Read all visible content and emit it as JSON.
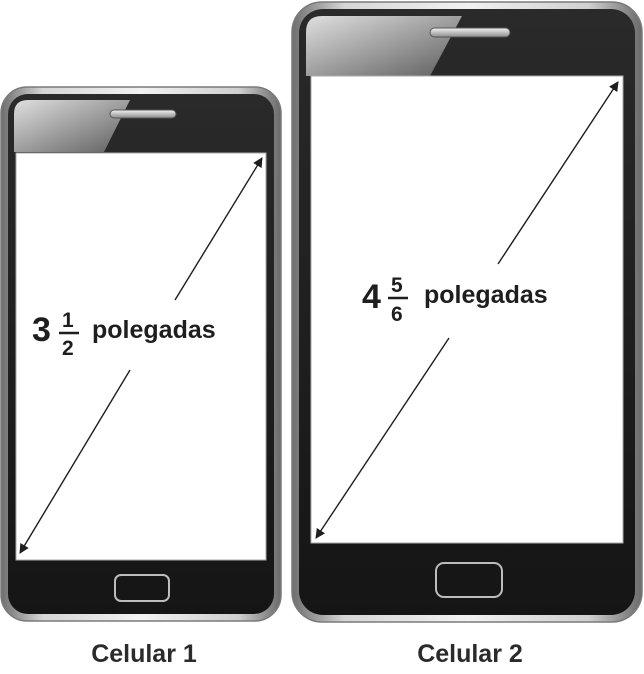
{
  "phones": [
    {
      "id": "celular-1",
      "label": "Celular 1",
      "diagonal": {
        "whole": "3",
        "numerator": "1",
        "denominator": "2",
        "unit": "polegadas"
      }
    },
    {
      "id": "celular-2",
      "label": "Celular 2",
      "diagonal": {
        "whole": "4",
        "numerator": "5",
        "denominator": "6",
        "unit": "polegadas"
      }
    }
  ],
  "colors": {
    "frame": "#9a9a9a",
    "body": "#1c1c1c",
    "screen": "#ffffff",
    "text": "#1e1e1e"
  },
  "icons": [
    "speaker-grille-icon",
    "home-button-icon",
    "arrowhead-icon"
  ]
}
